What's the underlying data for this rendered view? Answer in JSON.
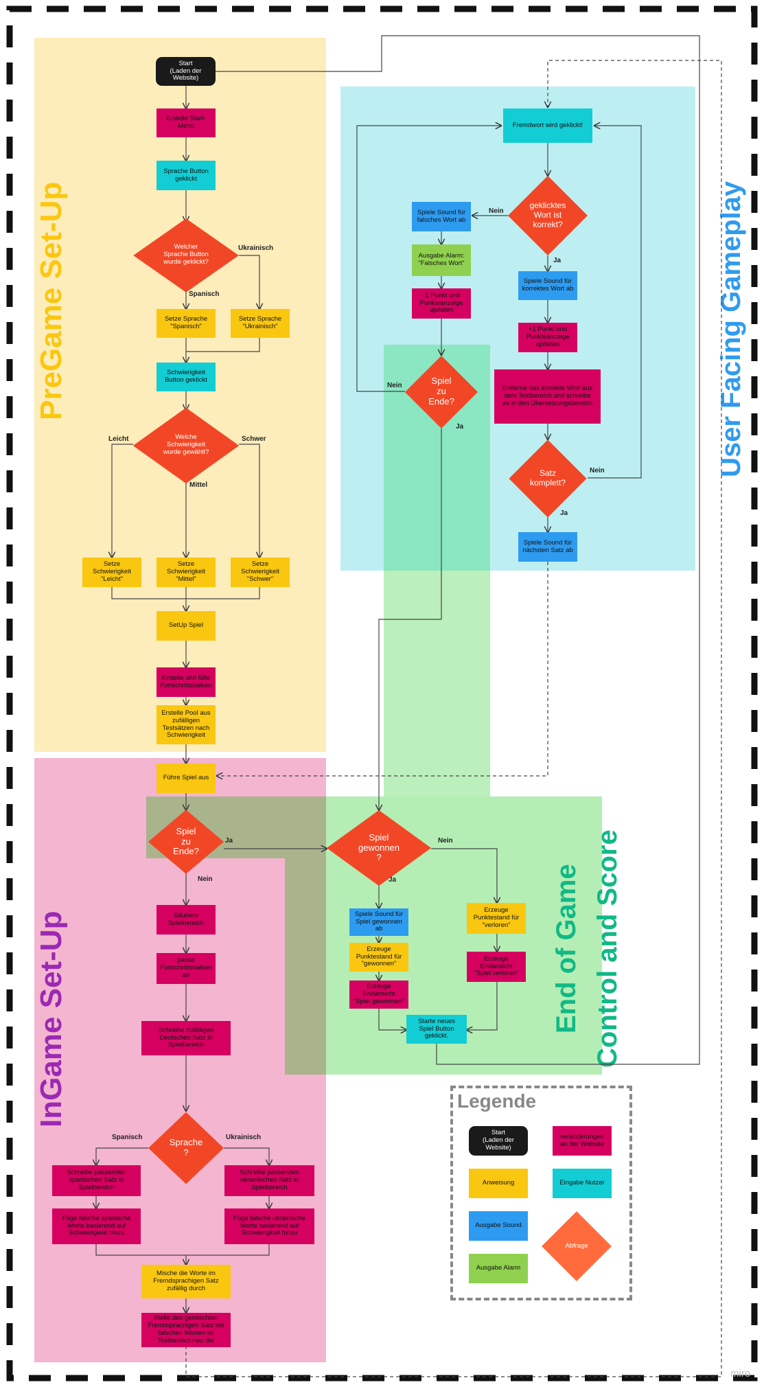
{
  "regions": {
    "pregame": "PreGame Set-Up",
    "ingame": "InGame Set-Up",
    "gameplay": "User Facing Gameplay",
    "endgame_line1": "End of Game",
    "endgame_line2": "Control and Score"
  },
  "colors": {
    "pregame_bg": "#fdedbb",
    "ingame_bg": "#f3b5d0",
    "gameplay_bg": "#bdeff2",
    "endgame_bg": "#b5eeb5",
    "pregame_title": "#fac710",
    "ingame_title": "#9b29b2",
    "gameplay_title": "#2f9bee",
    "endgame_title": "#12b886",
    "start": "#1a1a1a",
    "anweisung": "#fac710",
    "veraenderung": "#d5005f",
    "eingabe": "#12cdd4",
    "sound": "#2d9bf0",
    "alarm": "#8fd14f",
    "abfrage": "#f24726"
  },
  "nodes": {
    "start": "Start\n(Laden der\nWebsite)",
    "startmenu": "Erstelle Start-\nMenü",
    "sprache_btn": "Sprache Button\ngeklickt",
    "welche_sprache": "Welcher\nSprache Button\nwurde geklickt?",
    "setze_spanisch": "Setze Sprache\n\"Spanisch\"",
    "setze_ukrainisch": "Setze Sprache\n\"Ukrainisch\"",
    "schwierigkeit_btn": "Schwierigkeit\nButton geklickt",
    "welche_schwierigkeit": "Welche\nSchwierigkeit\nwurde gewählt?",
    "leicht": "Setze\nSchwierigkeit\n\"Leicht\"",
    "mittel": "Setze\nSchwierigkeit\n\"Mittel\"",
    "schwer": "Setze\nSchwierigkeit\n\"Schwer\"",
    "setup": "SetUp Spiel",
    "fortschritt": "Erstelle und fülle\nFortschrittsbalken",
    "pool": "Erstelle Pool aus\nzufälligen\nTestsätzen nach\nSchwierigkeit",
    "fuehre": "Führe Spiel aus",
    "spiel_zu_ende_1": "Spiel\nzu\nEnde?",
    "saeubere": "Säubere\nSpielbereich",
    "passe": "passe\nFortschrittsbalken\nan",
    "schreibe_deutsch": "Schreibe zufälligen\nDeutschen Satz in\nSpielbereich",
    "sprache_q": "Sprache\n?",
    "sp_satz": "Schreibe passenden\nspanischen Satz in\nSpielbereich",
    "uk_satz": "Schreibe passenden\nukrainischen Satz in\nSpielbereich",
    "sp_falsch": "Füge falsche spanische\nWorte basierend auf\nSchwierigkeit hinzu",
    "uk_falsch": "Füge falsche ukrainische\nWorte basierend auf\nSchwierigkeit hinzu",
    "mische": "Mische die Worte im\nFremdsprachigen Satz\nzufällig durch",
    "stelle": "Stelle den gemischten\nFremdsprachigen Satz mit\nfalschen Worten im\nTestbereich neu dar",
    "fremdwort": "Fremdwort wird geklickt!",
    "korrekt_q": "geklicktes\nWort ist\nkorrekt?",
    "sound_falsch": "Spiele Sound für\nfalsches Wort ab",
    "alarm_falsch": "Ausgabe Alarm:\n\"Falsches Wort\"",
    "minus_punkt": "-1 Punkt und\nPunkteanzeige\nupdaten",
    "spiel_zu_ende_2": "Spiel\nzu\nEnde?",
    "sound_korrekt": "Spiele Sound für\nkorrektes Wort ab",
    "plus_punkt": "+1 Punkt und\nPunkteanzeige\nupdaten",
    "entferne": "Entferne das korrekte Wort aus\ndem Testbereich und schreibe\nes in den Übersetzungsbereich",
    "satz_q": "Satz\nkomplett?",
    "sound_naechster": "Spiele Sound für\nnächsten Satz ab",
    "gewonnen_q": "Spiel\ngewonnen\n?",
    "sound_gewonnen": "Spiele Sound für\nSpiel gewonnen\nab",
    "punkt_gewonnen": "Erzeuge\nPunktestand für\n\"gewonnen\"",
    "end_gewonnen": "Erzeuge\nEndansicht\n\"Spiel gewonnen\"",
    "punkt_verloren": "Erzeuge\nPunktestand für\n\"verloren\"",
    "end_verloren": "Erzeuge\nEndansicht\n\"Spiel verloren\"",
    "neues_spiel": "Starte neues\nSpiel Button\ngeklickt."
  },
  "edge_labels": {
    "ukrainisch_1": "Ukrainisch",
    "spanisch_1": "Spanisch",
    "leicht": "Leicht",
    "schwer": "Schwer",
    "mittel": "Mittel",
    "ja_ende": "Ja",
    "nein_ende": "Nein",
    "spanisch_2": "Spanisch",
    "ukrainisch_2": "Ukrainisch",
    "nein_korrekt": "Nein",
    "ja_korrekt": "Ja",
    "nein_ende_2": "Nein",
    "ja_ende_2": "Ja",
    "nein_satz": "Nein",
    "ja_satz": "Ja",
    "nein_gewonnen": "Nein",
    "ja_gewonnen": "Ja"
  },
  "legend": {
    "title": "Legende",
    "start": "Start\n(Laden der\nWebsite)",
    "veraenderung": "veränderungen\nan der Website",
    "anweisung": "Anweisung",
    "eingabe": "Eingabe Nutzer",
    "sound": "Ausgabe Sound",
    "abfrage": "Abfrage",
    "alarm": "Ausgabe Alarm"
  },
  "watermark": "miro"
}
